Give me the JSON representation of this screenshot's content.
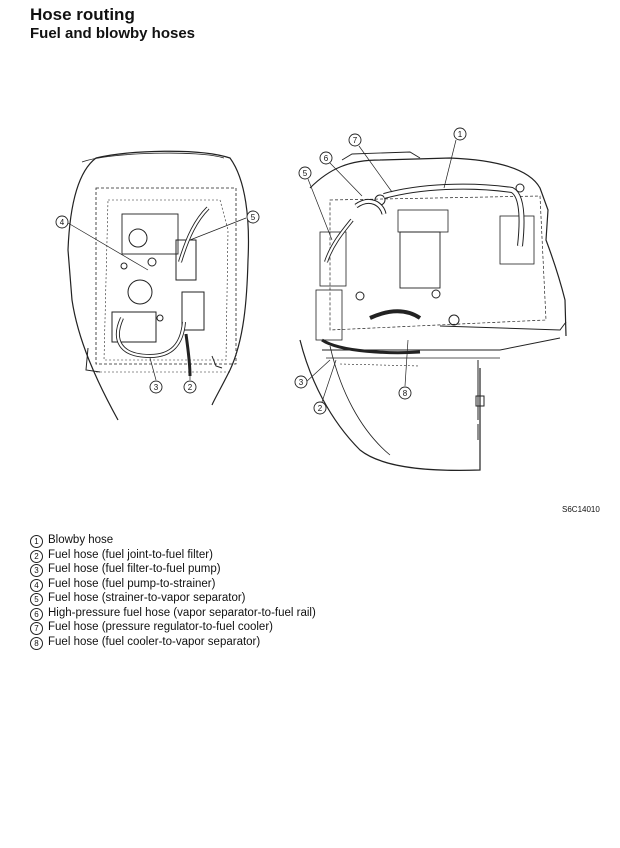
{
  "header": {
    "title": "Hose routing",
    "subtitle": "Fuel and blowby hoses"
  },
  "figure": {
    "code": "S6C14010",
    "callouts_left": [
      "4",
      "5",
      "3",
      "2"
    ],
    "callouts_right": [
      "1",
      "7",
      "6",
      "5",
      "3",
      "2",
      "8"
    ]
  },
  "legend": [
    {
      "num": "1",
      "text": "Blowby hose"
    },
    {
      "num": "2",
      "text": "Fuel hose (fuel joint-to-fuel filter)"
    },
    {
      "num": "3",
      "text": "Fuel hose (fuel filter-to-fuel pump)"
    },
    {
      "num": "4",
      "text": "Fuel hose (fuel pump-to-strainer)"
    },
    {
      "num": "5",
      "text": "Fuel hose (strainer-to-vapor separator)"
    },
    {
      "num": "6",
      "text": "High-pressure fuel hose (vapor separator-to-fuel rail)"
    },
    {
      "num": "7",
      "text": "Fuel hose (pressure regulator-to-fuel cooler)"
    },
    {
      "num": "8",
      "text": "Fuel hose (fuel cooler-to-vapor separator)"
    }
  ]
}
